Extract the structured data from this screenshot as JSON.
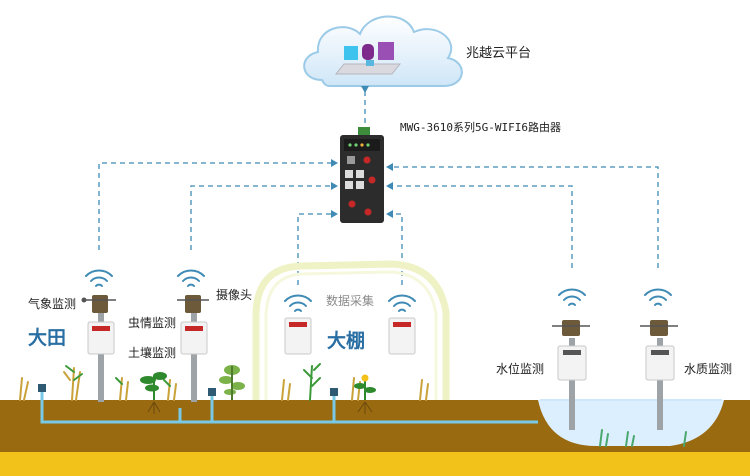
{
  "cloud": {
    "label": "兆越云平台"
  },
  "router": {
    "label": "MWG-3610系列5G-WIFI6路由器"
  },
  "field": {
    "area_label": "大田",
    "weather_label": "气象监测",
    "pest_label": "虫情监测",
    "soil_label": "土壤监测",
    "camera_label": "摄像头"
  },
  "greenhouse": {
    "area_label": "大棚",
    "collect_label": "数据采集"
  },
  "pond": {
    "level_label": "水位监测",
    "quality_label": "水质监测"
  },
  "colors": {
    "link_dashed": "#3f8bb5",
    "soil": "#9a6a10",
    "ground_strip": "#f2c11a",
    "pipe": "#78c9e6",
    "water": "#dcefff",
    "greenhouse_frame": "#eef2c4",
    "text_blue": "#2a6fa3"
  },
  "icons": {
    "cloud": "cloud-icon",
    "router": "router-icon",
    "wifi": "wifi-signal-icon",
    "station": "monitoring-station-icon",
    "plant": "crop-plant-icon",
    "sprinkler": "sprinkler-icon"
  }
}
